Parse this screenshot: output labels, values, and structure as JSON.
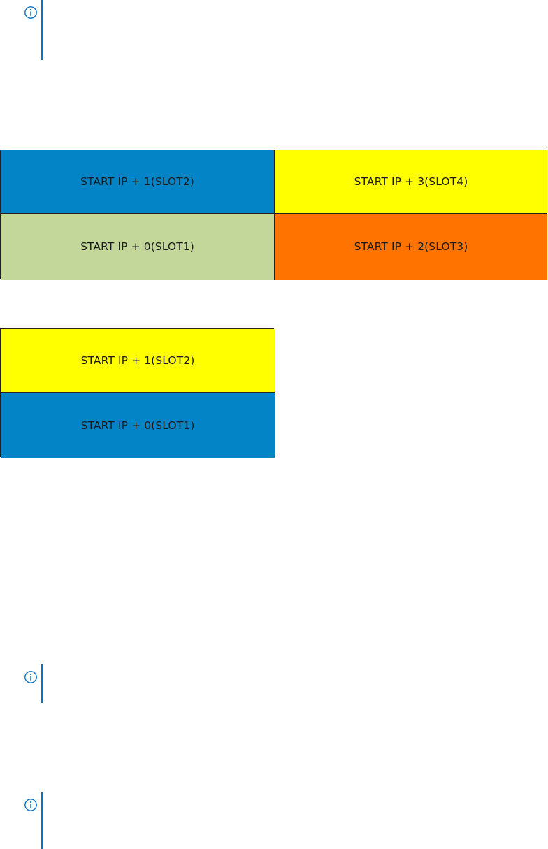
{
  "colors": {
    "blue": "#0284c7",
    "yellow": "#ffff00",
    "green": "#c4d79b",
    "orange": "#ff7300",
    "note_accent": "#0a72c7"
  },
  "icons": {
    "note": "info-icon"
  },
  "diagram_four_slots": {
    "cells": [
      {
        "label": "START IP + 1(SLOT2)",
        "color": "#0284c7"
      },
      {
        "label": "START IP + 3(SLOT4)",
        "color": "#ffff00"
      },
      {
        "label": "START IP + 0(SLOT1)",
        "color": "#c4d79b"
      },
      {
        "label": "START IP + 2(SLOT3)",
        "color": "#ff7300"
      }
    ]
  },
  "diagram_two_slots": {
    "cells": [
      {
        "label": "START IP + 1(SLOT2)",
        "color": "#ffff00"
      },
      {
        "label": "START IP + 0(SLOT1)",
        "color": "#0284c7"
      }
    ]
  }
}
